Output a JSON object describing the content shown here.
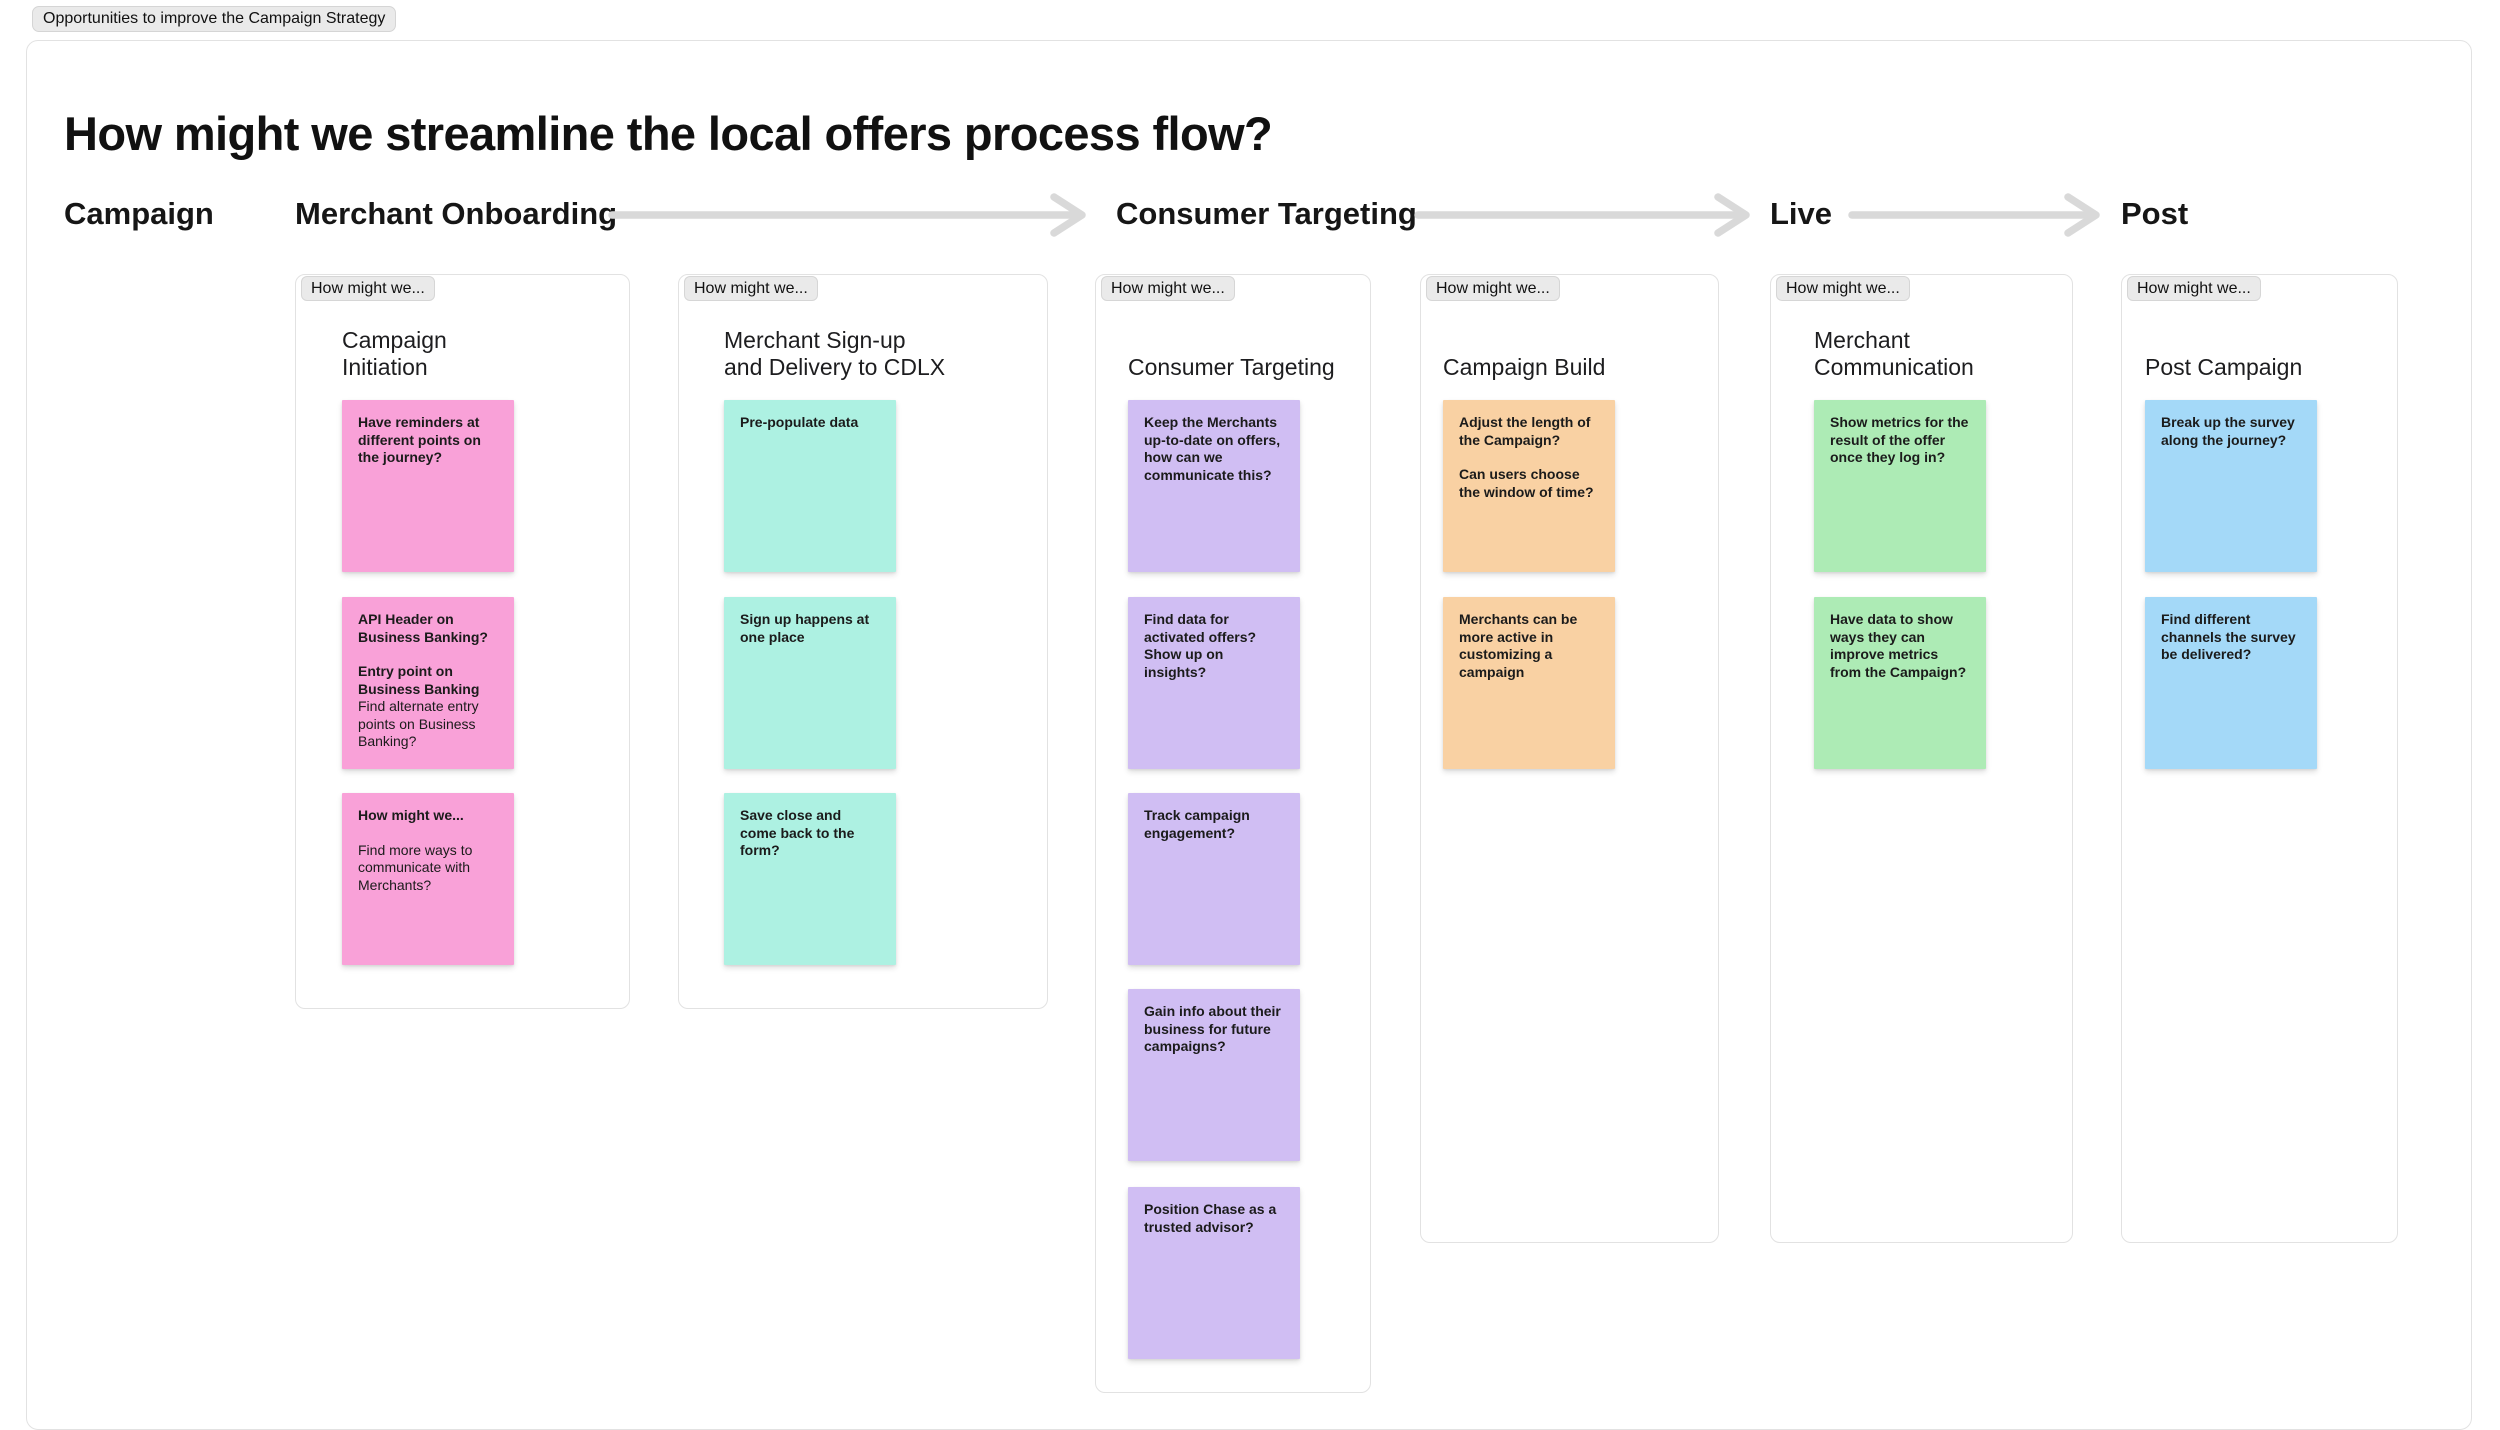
{
  "file_tab": {
    "label": "Opportunities to improve the Campaign Strategy"
  },
  "board": {
    "title": "How might we streamline the local offers process flow?",
    "stages": {
      "campaign": "Campaign",
      "merchant_onboarding": "Merchant Onboarding",
      "consumer_targeting": "Consumer Targeting",
      "live": "Live",
      "post": "Post"
    },
    "arrow_color": "#d9d9d9"
  },
  "colors": {
    "pink": "#f9a1d8",
    "teal": "#adf1e2",
    "purple": "#d0bef3",
    "orange": "#f9d1a3",
    "green": "#adebb5",
    "blue": "#a4d9f8"
  },
  "frames": [
    {
      "badge": "How might we...",
      "title": "Campaign\nInitiation",
      "color": "#f9a1d8",
      "notes": [
        {
          "p0": "Have reminders at different points on the journey?"
        },
        {
          "p0": "API Header on Business Banking?",
          "p1": "Entry point on Business Banking",
          "p2": "Find alternate entry points on Business Banking?"
        },
        {
          "p0": "How might we...",
          "p1": "Find more ways to communicate with Merchants?"
        }
      ]
    },
    {
      "badge": "How might we...",
      "title": "Merchant Sign-up\nand Delivery to CDLX",
      "color": "#adf1e2",
      "notes": [
        {
          "p0": "Pre-populate data"
        },
        {
          "p0": "Sign up happens at one place"
        },
        {
          "p0": "Save close and come back to the form?"
        }
      ]
    },
    {
      "badge": "How might we...",
      "title": "Consumer Targeting",
      "color": "#d0bef3",
      "notes": [
        {
          "p0": "Keep the Merchants up-to-date on offers, how can we communicate this?"
        },
        {
          "p0": "Find data for activated offers? Show up on insights?"
        },
        {
          "p0": "Track campaign engagement?"
        },
        {
          "p0": "Gain info about their business for future campaigns?"
        },
        {
          "p0": "Position Chase as a trusted advisor?"
        }
      ]
    },
    {
      "badge": "How might we...",
      "title": "Campaign Build",
      "color": "#f9d1a3",
      "notes": [
        {
          "p0": "Adjust the length of the Campaign?",
          "p1": "Can users choose the window of time?"
        },
        {
          "p0": "Merchants can be more active in customizing a campaign"
        }
      ]
    },
    {
      "badge": "How might we...",
      "title": "Merchant\nCommunication",
      "color": "#adebb5",
      "notes": [
        {
          "p0": "Show metrics for the result of the offer once they log in?"
        },
        {
          "p0": "Have data to show ways they can improve metrics from the Campaign?"
        }
      ]
    },
    {
      "badge": "How might we...",
      "title": "Post Campaign",
      "color": "#a4d9f8",
      "notes": [
        {
          "p0": "Break up the survey along the journey?"
        },
        {
          "p0": "Find different channels the  survey be delivered?"
        }
      ]
    }
  ]
}
